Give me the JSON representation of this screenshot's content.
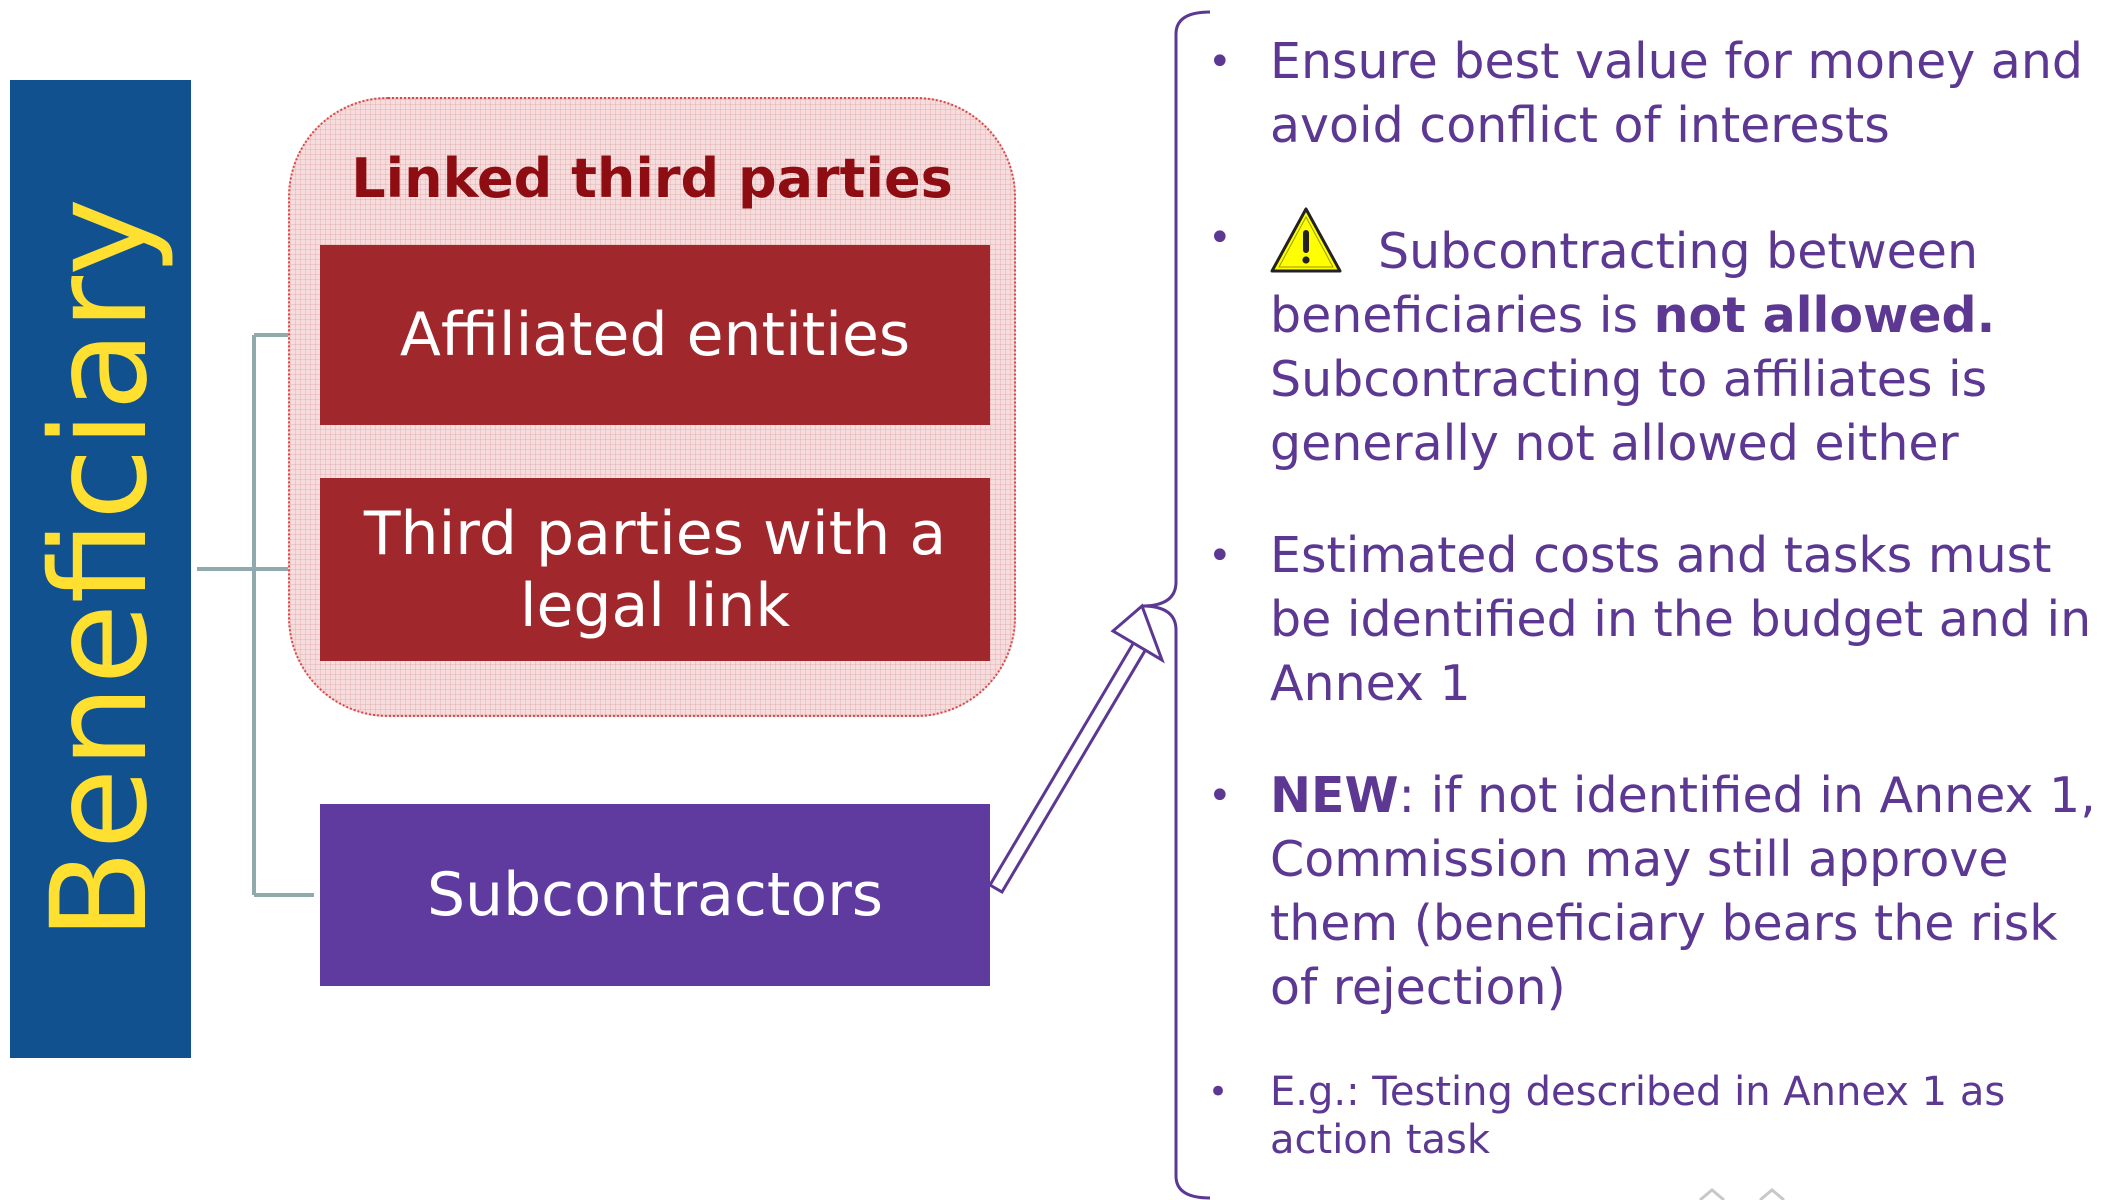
{
  "beneficiary": {
    "label": "Beneficiary"
  },
  "linked_third_parties": {
    "title": "Linked third parties",
    "items": [
      {
        "label": "Affiliated entities"
      },
      {
        "label_line1": "Third parties with a",
        "label_line2": "legal link"
      }
    ]
  },
  "subcontractors": {
    "label": "Subcontractors"
  },
  "notes": {
    "bullet_char": "•",
    "items": [
      {
        "text": "Ensure best value for money and avoid conflict of interests"
      },
      {
        "icon": "warning-triangle-icon",
        "text_before": "Subcontracting between beneficiaries is ",
        "text_bold": "not allowed.",
        "text_after": " Subcontracting to affiliates is generally not allowed either"
      },
      {
        "text": "Estimated costs and tasks must be identified in the budget and in Annex 1"
      },
      {
        "text_bold": "NEW",
        "text_after": ":  if not identified in Annex 1, Commission may still approve them (beneficiary bears the risk of rejection)"
      },
      {
        "text": "E.g.:  Testing described in Annex 1 as action task"
      }
    ]
  },
  "colors": {
    "beneficiary_bar": "#11518f",
    "beneficiary_text": "#ffe030",
    "linked_box": "#a0272c",
    "linked_title": "#8d0d12",
    "subcontractor_box": "#603b9f",
    "notes_text": "#5c3893",
    "connector": "#8fa9ad"
  }
}
